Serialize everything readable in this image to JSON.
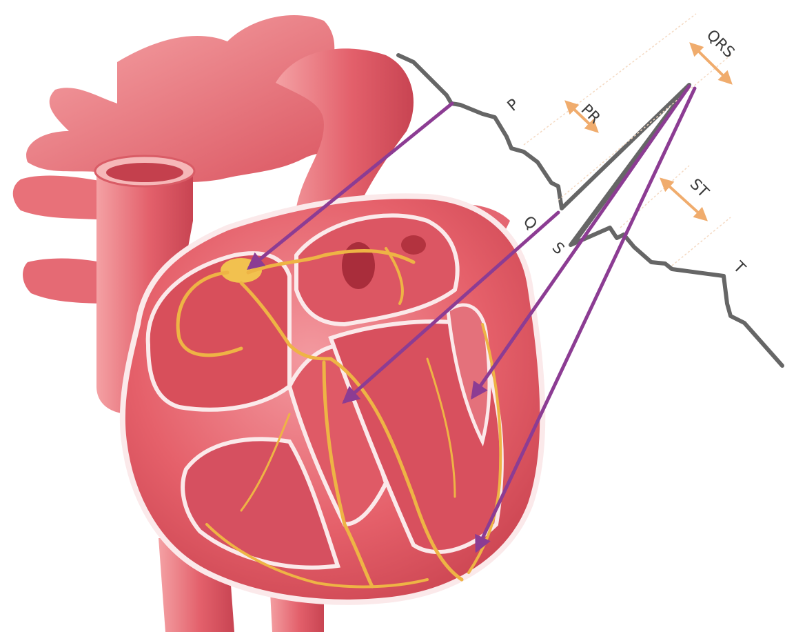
{
  "labels": {
    "p": "P",
    "pr": "PR",
    "qrs": "QRS",
    "q": "Q",
    "s": "S",
    "st": "ST",
    "t": "T"
  },
  "colors": {
    "heart_flesh": "#e5606a",
    "heart_light": "#f3a3a3",
    "heart_dark": "#c63a48",
    "vessel": "#e96b74",
    "conduction": "#eeb445",
    "outline": "#fbe9ea",
    "ecg_trace": "#666666",
    "arrows": "#8c3c93",
    "interval_arrows": "#f0ac6d",
    "text": "#3a3a3a"
  }
}
